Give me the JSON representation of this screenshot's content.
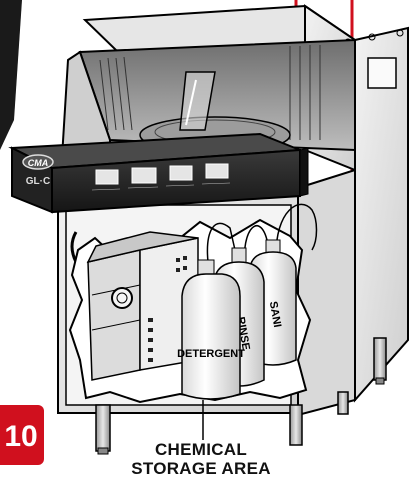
{
  "machine": {
    "brand": "CMA",
    "model": "GL·C"
  },
  "bottles": {
    "detergent": "DETERGENT",
    "rinse": "RINSE",
    "sanitizer": "SANI"
  },
  "caption": {
    "line1": "CHEMICAL",
    "line2": "STORAGE AREA"
  },
  "step_badge": {
    "number": "10"
  },
  "colors": {
    "callout_line": "#d0101e",
    "badge": "#d0101e",
    "panel": "#2a2a2a"
  }
}
